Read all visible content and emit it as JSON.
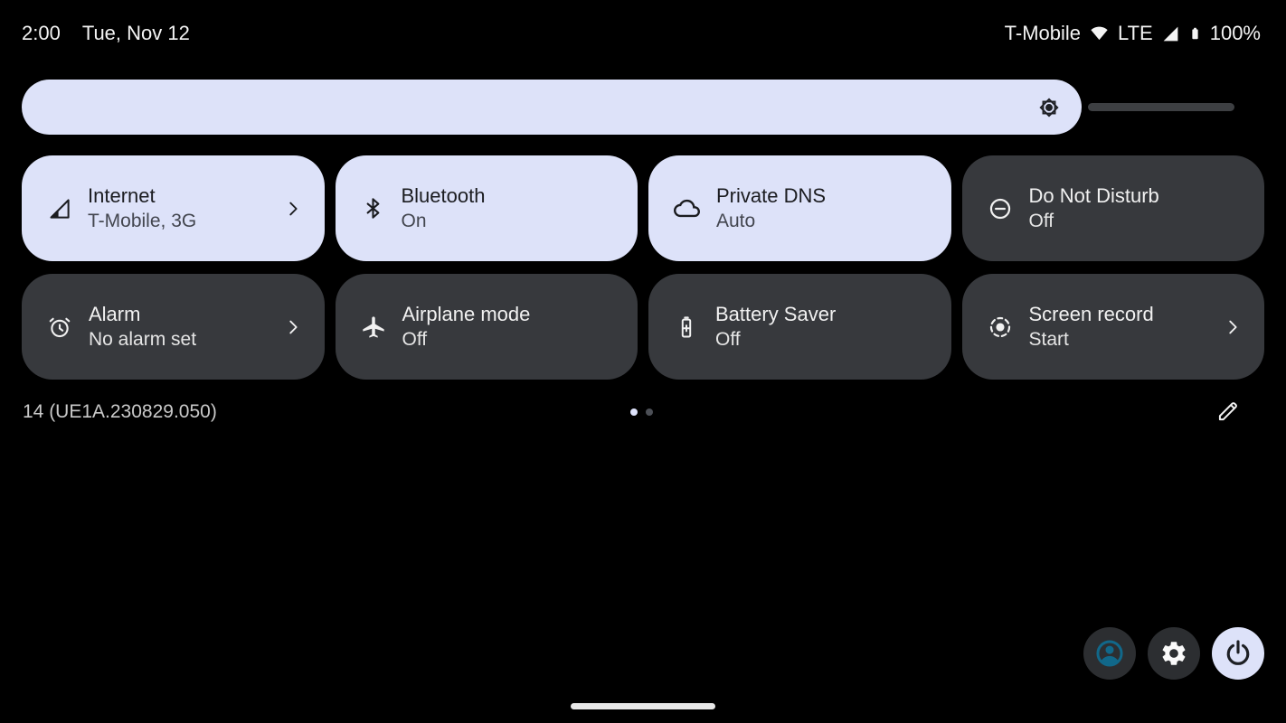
{
  "status_bar": {
    "time": "2:00",
    "date": "Tue, Nov 12",
    "carrier": "T-Mobile",
    "network_type": "LTE",
    "battery_level": "100%",
    "icons": [
      "wifi-icon",
      "cellular-signal-icon",
      "battery-icon"
    ]
  },
  "brightness": {
    "icon": "brightness-icon",
    "value_percent": 87
  },
  "tiles": [
    {
      "label": "Internet",
      "status": "T-Mobile, 3G",
      "state": "on",
      "icon": "cellular-signal-icon",
      "chevron": true
    },
    {
      "label": "Bluetooth",
      "status": "On",
      "state": "on",
      "icon": "bluetooth-icon",
      "chevron": false
    },
    {
      "label": "Private DNS",
      "status": "Auto",
      "state": "on",
      "icon": "cloud-icon",
      "chevron": false
    },
    {
      "label": "Do Not Disturb",
      "status": "Off",
      "state": "off",
      "icon": "do-not-disturb-icon",
      "chevron": false
    },
    {
      "label": "Alarm",
      "status": "No alarm set",
      "state": "off",
      "icon": "alarm-icon",
      "chevron": true
    },
    {
      "label": "Airplane mode",
      "status": "Off",
      "state": "off",
      "icon": "airplane-icon",
      "chevron": false
    },
    {
      "label": "Battery Saver",
      "status": "Off",
      "state": "off",
      "icon": "battery-saver-icon",
      "chevron": false
    },
    {
      "label": "Screen record",
      "status": "Start",
      "state": "off",
      "icon": "screen-record-icon",
      "chevron": true
    }
  ],
  "footer": {
    "build_number": "14 (UE1A.230829.050)",
    "page_indicator": {
      "pages": 2,
      "active_page": 1
    },
    "edit_icon": "pencil-icon"
  },
  "quick_actions": [
    {
      "name": "user",
      "icon": "person-icon"
    },
    {
      "name": "settings",
      "icon": "gear-icon"
    },
    {
      "name": "power",
      "icon": "power-icon"
    }
  ],
  "colors": {
    "background": "#000000",
    "tile_active": "#dde2f9",
    "tile_inactive": "#37393d",
    "active_text": "#1b1c20",
    "person_icon": "#11688a",
    "track": "#3d3f42"
  }
}
